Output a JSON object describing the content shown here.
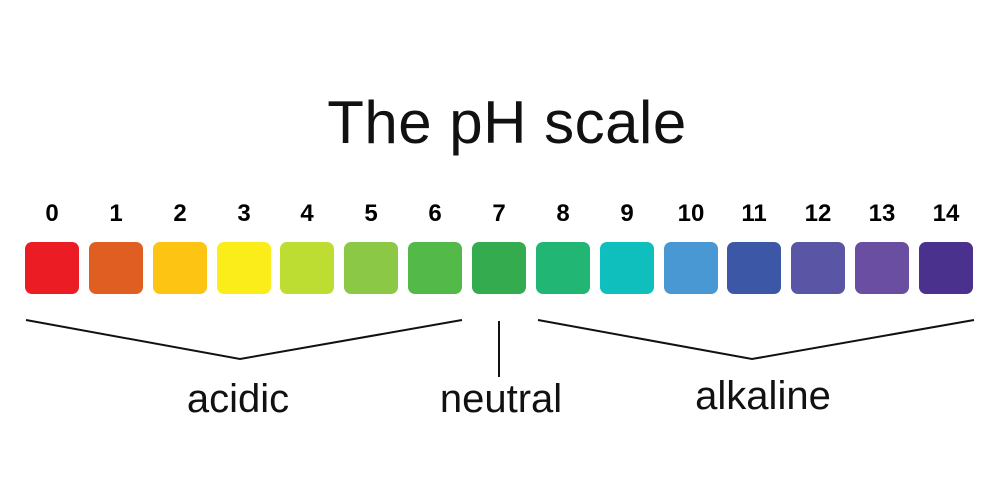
{
  "title": "The pH scale",
  "scale": [
    {
      "value": "0",
      "color": "#ec1c24"
    },
    {
      "value": "1",
      "color": "#e05e22"
    },
    {
      "value": "2",
      "color": "#fdc414"
    },
    {
      "value": "3",
      "color": "#fbed19"
    },
    {
      "value": "4",
      "color": "#bedd33"
    },
    {
      "value": "5",
      "color": "#8bc846"
    },
    {
      "value": "6",
      "color": "#53b948"
    },
    {
      "value": "7",
      "color": "#35ab4f"
    },
    {
      "value": "8",
      "color": "#22b674"
    },
    {
      "value": "9",
      "color": "#0ebfbd"
    },
    {
      "value": "10",
      "color": "#4998d3"
    },
    {
      "value": "11",
      "color": "#3c57a6"
    },
    {
      "value": "12",
      "color": "#5a55a5"
    },
    {
      "value": "13",
      "color": "#6a4ea1"
    },
    {
      "value": "14",
      "color": "#4b318e"
    }
  ],
  "groups": {
    "acidic": "acidic",
    "neutral": "neutral",
    "alkaline": "alkaline"
  }
}
